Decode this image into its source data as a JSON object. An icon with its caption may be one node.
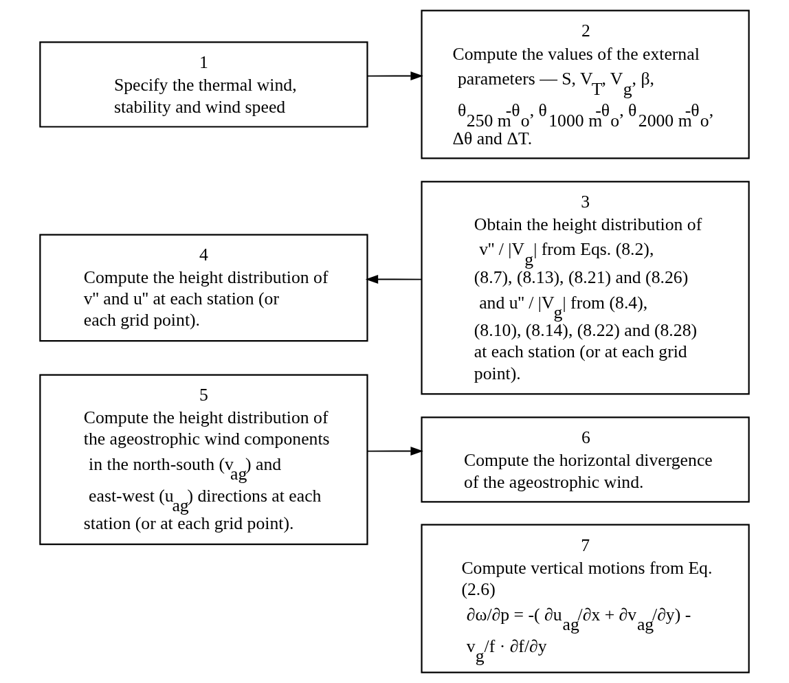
{
  "diagram": {
    "nodes": [
      {
        "text": [
          "1",
          "Specify the thermal wind, stability and wind speed"
        ]
      },
      {
        "text": [
          "2",
          "Compute the values of the external parameters — S, V⃗$_{T}$, V⃗$_{g}$, β, θ$_{250 m}$-θ$_{o}$, θ$_{1000 m}$-θ$_{o}$, θ$_{2000 m}$-θ$_{o}$, Δθ and ΔT."
        ]
      },
      {
        "text": [
          "3",
          "Obtain the height distribution of v'' / |V⃗$_{g}$| from Eqs. (8.2), (8.7), (8.13), (8.21) and (8.26) and u'' / |V⃗$_{g}$| from (8.4), (8.10), (8.14), (8.22) and (8.28) at each station (or at each grid point)."
        ]
      },
      {
        "text": [
          "4",
          "Compute the height distribution of v'' and u'' at each station (or each grid point)."
        ]
      },
      {
        "text": [
          "5",
          "Compute the height distribution of the ageostrophic wind components in the north-south (v$_{ag}$) and east-west (u$_{ag}$) directions at each station (or at each grid point)."
        ]
      },
      {
        "text": [
          "6",
          "Compute the horizontal divergence of the ageostrophic wind."
        ]
      },
      {
        "text": [
          "7",
          "Compute vertical motions from Eq. (2.6)",
          "∂ω/∂p = -( ∂u$_{ag}$/∂x + ∂v$_{ag}$/∂y) - v$_{g}$/f · ∂f/∂y"
        ]
      }
    ],
    "edges": [
      {
        "from": 0,
        "to": 1,
        "arrow": "to"
      },
      {
        "from": 2,
        "to": 3,
        "arrow": "to"
      },
      {
        "from": 4,
        "to": 5,
        "arrow": "to"
      }
    ]
  }
}
